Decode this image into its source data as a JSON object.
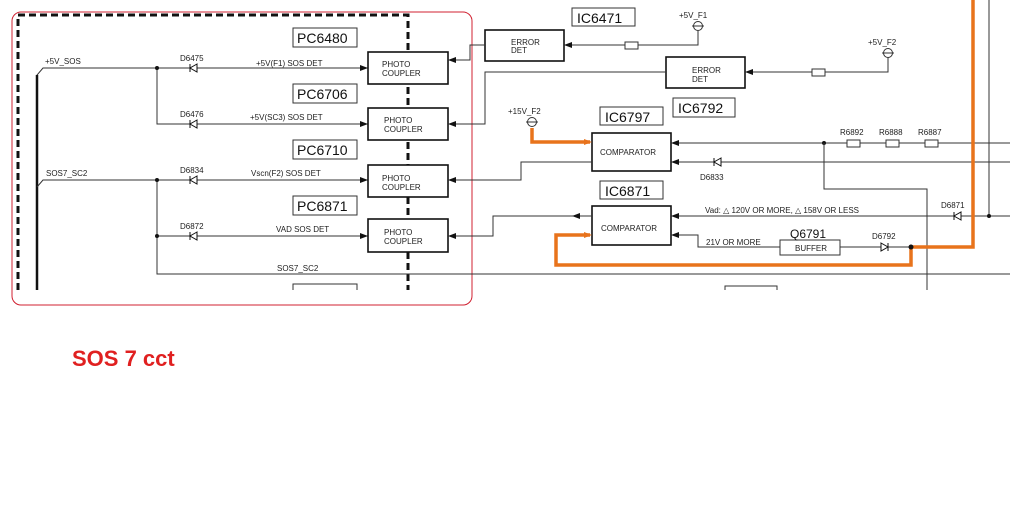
{
  "nets": {
    "v5_sos": "+5V_SOS",
    "sos7_sc2": "SOS7_SC2",
    "sos7_sc2_bottom": "SOS7_SC2",
    "v5_f1": "+5V_F1",
    "v5_f2": "+5V_F2",
    "v15_f2": "+15V_F2"
  },
  "parts": {
    "pc6480": "PC6480",
    "pc6706": "PC6706",
    "pc6710": "PC6710",
    "pc6871": "PC6871",
    "ic6471": "IC6471",
    "ic6797": "IC6797",
    "ic6792": "IC6792",
    "ic6871": "IC6871",
    "q6791": "Q6791"
  },
  "diodes": {
    "d6475": "D6475",
    "d6476": "D6476",
    "d6834": "D6834",
    "d6872": "D6872",
    "d6833": "D6833",
    "d6871": "D6871",
    "d6792": "D6792"
  },
  "resistors": {
    "r6892": "R6892",
    "r6888": "R6888",
    "r6887": "R6887"
  },
  "signals": {
    "s1": "+5V(F1) SOS DET",
    "s2": "+5V(SC3) SOS DET",
    "s3": "Vscn(F2) SOS DET",
    "s4": "VAD SOS DET"
  },
  "blocks": {
    "photo": "PHOTO",
    "coupler": "COUPLER",
    "error": "ERROR",
    "det": "DET",
    "comparator": "COMPARATOR",
    "buffer": "BUFFER"
  },
  "notes": {
    "vad": "Vad:  △ 120V OR MORE,   △ 158V OR LESS",
    "v21": "21V OR MORE"
  },
  "caption": "SOS 7 cct",
  "colors": {
    "highlight": "#e8731c",
    "caption": "#e02020",
    "frame": "#d02030"
  }
}
